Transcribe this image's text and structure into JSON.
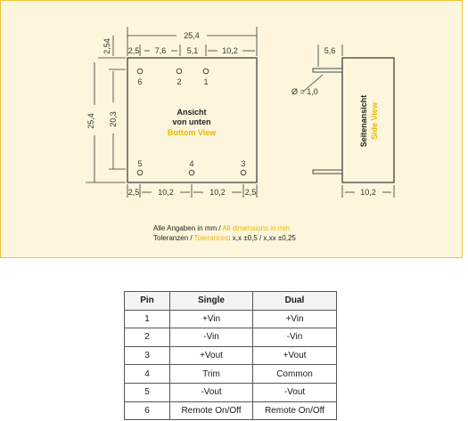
{
  "dimensions": {
    "overall_width": "25,4",
    "edge_left": "2,5",
    "span_a": "7,6",
    "span_b": "5,1",
    "span_c": "10,2",
    "pin_offset_top": "2,54",
    "height": "25,4",
    "pin_row_spacing": "20,3",
    "bottom_edge_left": "2,5",
    "bottom_span_1": "10,2",
    "bottom_span_2": "10,2",
    "bottom_edge_right": "2,5",
    "side_pin_offset": "5,6",
    "pin_diameter": "Ø = 1,0",
    "side_width": "10,2"
  },
  "pins_top": [
    "6",
    "2",
    "1"
  ],
  "pins_bottom": [
    "5",
    "4",
    "3"
  ],
  "bottom_view": {
    "line1": "Ansicht",
    "line2": "von unten",
    "line3": "Bottom View"
  },
  "side_view": {
    "de": "Seitenansicht",
    "en": "Side View"
  },
  "notes": {
    "line1_de": "Alle Angaben in mm",
    "line1_sep": " / ",
    "line1_en": "All dimensions in mm",
    "line2_de": "Toleranzen",
    "line2_sep": " / ",
    "line2_en": "Tolerances",
    "line2_values": ": x,x ±0,5 / x,xx ±0,25"
  },
  "colors": {
    "accent_yellow": "#e8b800",
    "panel_background": "#fdf6dc",
    "panel_border": "#f0c43a"
  },
  "table": {
    "headers": [
      "Pin",
      "Single",
      "Dual"
    ],
    "rows": [
      [
        "1",
        "+Vin",
        "+Vin"
      ],
      [
        "2",
        "-Vin",
        "-Vin"
      ],
      [
        "3",
        "+Vout",
        "+Vout"
      ],
      [
        "4",
        "Trim",
        "Common"
      ],
      [
        "5",
        "-Vout",
        "-Vout"
      ],
      [
        "6",
        "Remote On/Off",
        "Remote On/Off"
      ]
    ]
  }
}
